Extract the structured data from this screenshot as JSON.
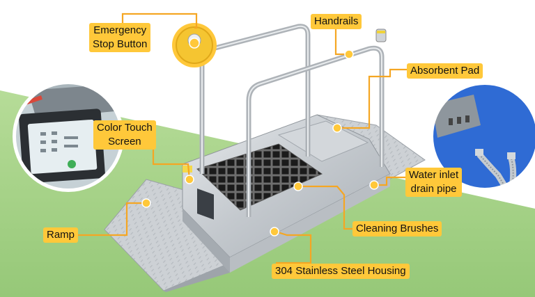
{
  "labels": {
    "emergency_stop": {
      "line1": "Emergency",
      "line2": "Stop Button"
    },
    "handrails": "Handrails",
    "absorbent_pad": "Absorbent Pad",
    "touch_screen": {
      "line1": "Color Touch",
      "line2": "Screen"
    },
    "water_inlet": {
      "line1": "Water inlet",
      "line2": "drain pipe"
    },
    "ramp": "Ramp",
    "cleaning_brushes": "Cleaning Brushes",
    "housing": "304 Stainless Steel Housing"
  },
  "colors": {
    "label_bg": "#ffc83a",
    "leader_line": "#f5a623",
    "green_background": "#a6d486",
    "steel": "#c9cdd2",
    "touch_screen_inset_bg": "#c9d6dc",
    "pipe_inset_bg": "#2a64c9"
  }
}
